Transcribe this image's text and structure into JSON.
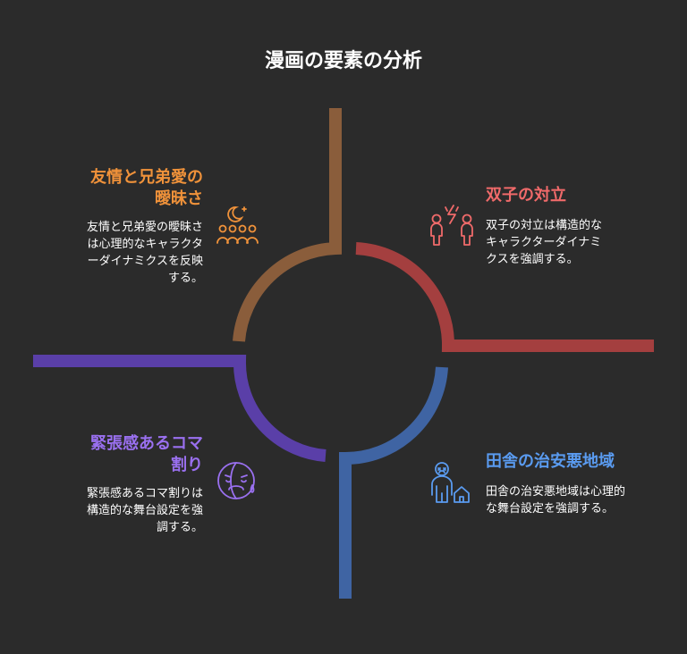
{
  "title": "漫画の要素の分析",
  "colors": {
    "background": "#2b2b2b",
    "friendship": "#8a5d3b",
    "twins": "#a43f3f",
    "rural": "#3f64a3",
    "tension": "#5a3fa8"
  },
  "quadrants": {
    "friendship": {
      "heading_line1": "友情と兄弟愛の",
      "heading_line2": "曖昧さ",
      "desc_line1": "友情と兄弟愛の曖昧さ",
      "desc_line2": "は心理的なキャラクタ",
      "desc_line3": "ーダイナミクスを反映",
      "desc_line4": "する。",
      "color": "#f0923a",
      "icon": "moon-people-icon"
    },
    "twins": {
      "heading": "双子の対立",
      "desc_line1": "双子の対立は構造的な",
      "desc_line2": "キャラクターダイナミ",
      "desc_line3": "クスを強調する。",
      "color": "#f06a6a",
      "icon": "conflict-people-icon"
    },
    "rural": {
      "heading": "田舎の治安悪地域",
      "desc_line1": "田舎の治安悪地域は心理的",
      "desc_line2": "な舞台設定を強調する。",
      "color": "#5a9bf0",
      "icon": "person-house-icon"
    },
    "tension": {
      "heading_line1": "緊張感あるコマ",
      "heading_line2": "割り",
      "desc_line1": "緊張感あるコマ割りは",
      "desc_line2": "構造的な舞台設定を強",
      "desc_line3": "調する。",
      "color": "#9a70f0",
      "icon": "anxious-face-icon"
    }
  }
}
